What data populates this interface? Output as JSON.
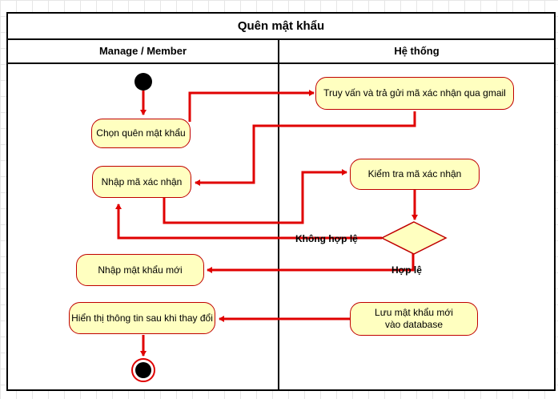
{
  "diagram": {
    "title": "Quên mật khẩu",
    "lanes": [
      "Manage / Member",
      "Hệ thống"
    ],
    "nodes": {
      "choose_forgot": "Chọn quên mật khẩu",
      "query_send": "Truy vấn và trả gửi mã xác nhận qua gmail",
      "enter_code": "Nhập mã xác nhận",
      "check_code": "Kiểm tra mã xác nhận",
      "enter_new_password": "Nhập mật khẩu mới",
      "save_password_line1": "Lưu mật khẩu mới",
      "save_password_line2": "vào database",
      "show_info": "Hiển thị thông tin sau khi thay đổi"
    },
    "guards": {
      "invalid": "Không hợp lệ",
      "valid": "Hợp lệ"
    },
    "colors": {
      "node_fill": "#ffffc0",
      "node_stroke": "#c00000",
      "edge": "#e00000",
      "initial": "#000000"
    }
  }
}
